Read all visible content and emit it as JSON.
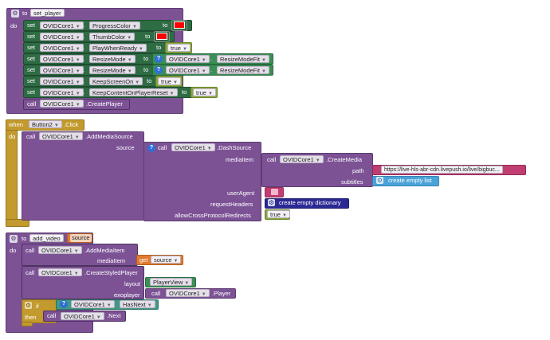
{
  "block1": {
    "kw_to": "to",
    "proc_name": "set_player",
    "kw_do": "do",
    "kw_set": "set",
    "kw_call": "call",
    "kw_to2": "to",
    "component": "OVIDCore1",
    "rows": [
      {
        "prop": "ProgressColor",
        "value_type": "color",
        "color": "#ff0000"
      },
      {
        "prop": "ThumbColor",
        "value_type": "color",
        "color": "#ff0000"
      },
      {
        "prop": "PlayWhenReady",
        "value_type": "bool",
        "value": "true"
      },
      {
        "prop": "ResizeMode",
        "value_type": "helper",
        "value": "ResizeModeFit"
      },
      {
        "prop": "ResizeMode",
        "value_type": "helper",
        "value": "ResizeModeFit"
      },
      {
        "prop": "KeepScreenOn",
        "value_type": "bool",
        "value": "true"
      },
      {
        "prop": "KeepContentOnPlayerReset",
        "value_type": "bool",
        "value": "true"
      }
    ],
    "call_method": ".CreatePlayer"
  },
  "block2": {
    "kw_when": "when",
    "button": "Button2",
    "event": ".Click",
    "kw_do": "do",
    "kw_call": "call",
    "component": "OVIDCore1",
    "method": ".AddMediaSource",
    "source_label": "source",
    "dash_method": ".DashSource",
    "mediaitem_label": "mediaItem",
    "createmedia_method": ".CreateMedia",
    "path_label": "path",
    "path_value": "https://live-hls-abr-cdn.livepush.io/live/bigbuc...",
    "subtitles_label": "subtitles",
    "create_list": "create empty list",
    "useragent_label": "userAgent",
    "requestheaders_label": "requestHeaders",
    "create_dict": "create empty dictionary",
    "allowcross_label": "allowCrossProtocolRedirects",
    "true_value": "true"
  },
  "block3": {
    "kw_to": "to",
    "proc_name": "add_video",
    "param": "source",
    "kw_do": "do",
    "kw_call": "call",
    "component": "OVIDCore1",
    "add_item": ".AddMediaItem",
    "mediaitem_label": "mediaItem",
    "kw_get": "get",
    "get_var": "source",
    "styled": ".CreateStyledPlayer",
    "layout_label": "layout",
    "layout_value": "PlayerView",
    "exoplayer_label": "exoplayer",
    "player_prop": ".Player",
    "kw_if": "if",
    "hasnext": "HasNext",
    "kw_then": "then",
    "next": ".Next"
  }
}
